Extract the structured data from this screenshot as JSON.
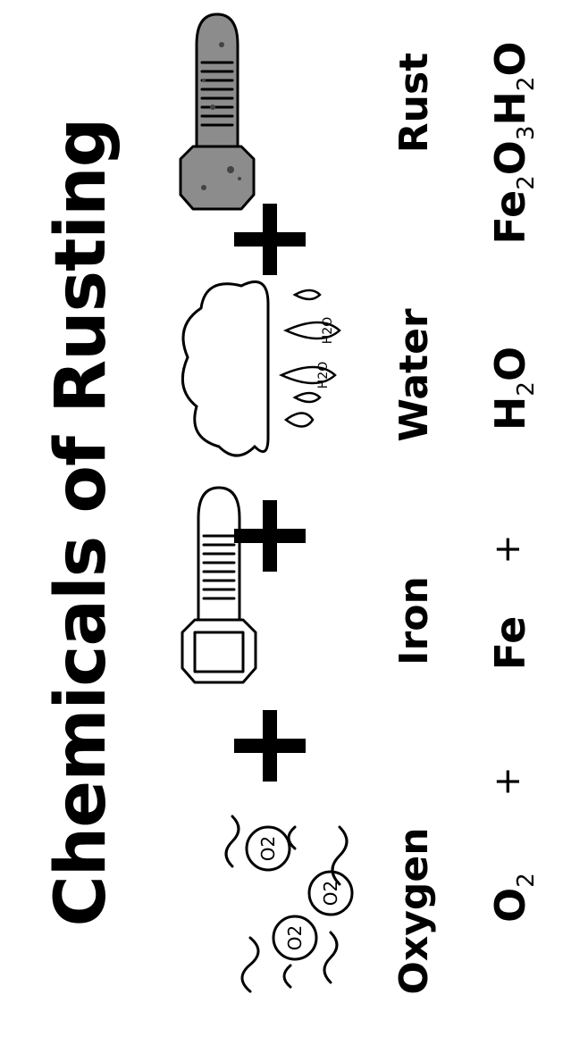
{
  "title": "Chemicals of Rusting",
  "reactants": [
    {
      "name": "Oxygen",
      "formula": {
        "base": "O",
        "sub": "2"
      }
    },
    {
      "name": "Iron",
      "formula": {
        "base": "Fe"
      }
    },
    {
      "name": "Water",
      "formula": {
        "base1": "H",
        "sub1": "2",
        "base2": "O"
      }
    }
  ],
  "product": {
    "name": "Rust",
    "formula": {
      "b1": "Fe",
      "s1": "2",
      "b2": "O",
      "s2": "3",
      "b3": "H",
      "s3": "2",
      "b4": "O"
    }
  },
  "operators": {
    "plus": "+"
  },
  "molecule_labels": {
    "oxygen": "O2",
    "water": "H2O"
  },
  "icons": [
    "oxygen-molecules-icon",
    "iron-bolt-icon",
    "rain-cloud-icon",
    "rusty-bolt-icon",
    "plus-icon"
  ],
  "colors": {
    "ink": "#000000",
    "rust_fill": "#8c8c8c",
    "background": "#ffffff"
  }
}
